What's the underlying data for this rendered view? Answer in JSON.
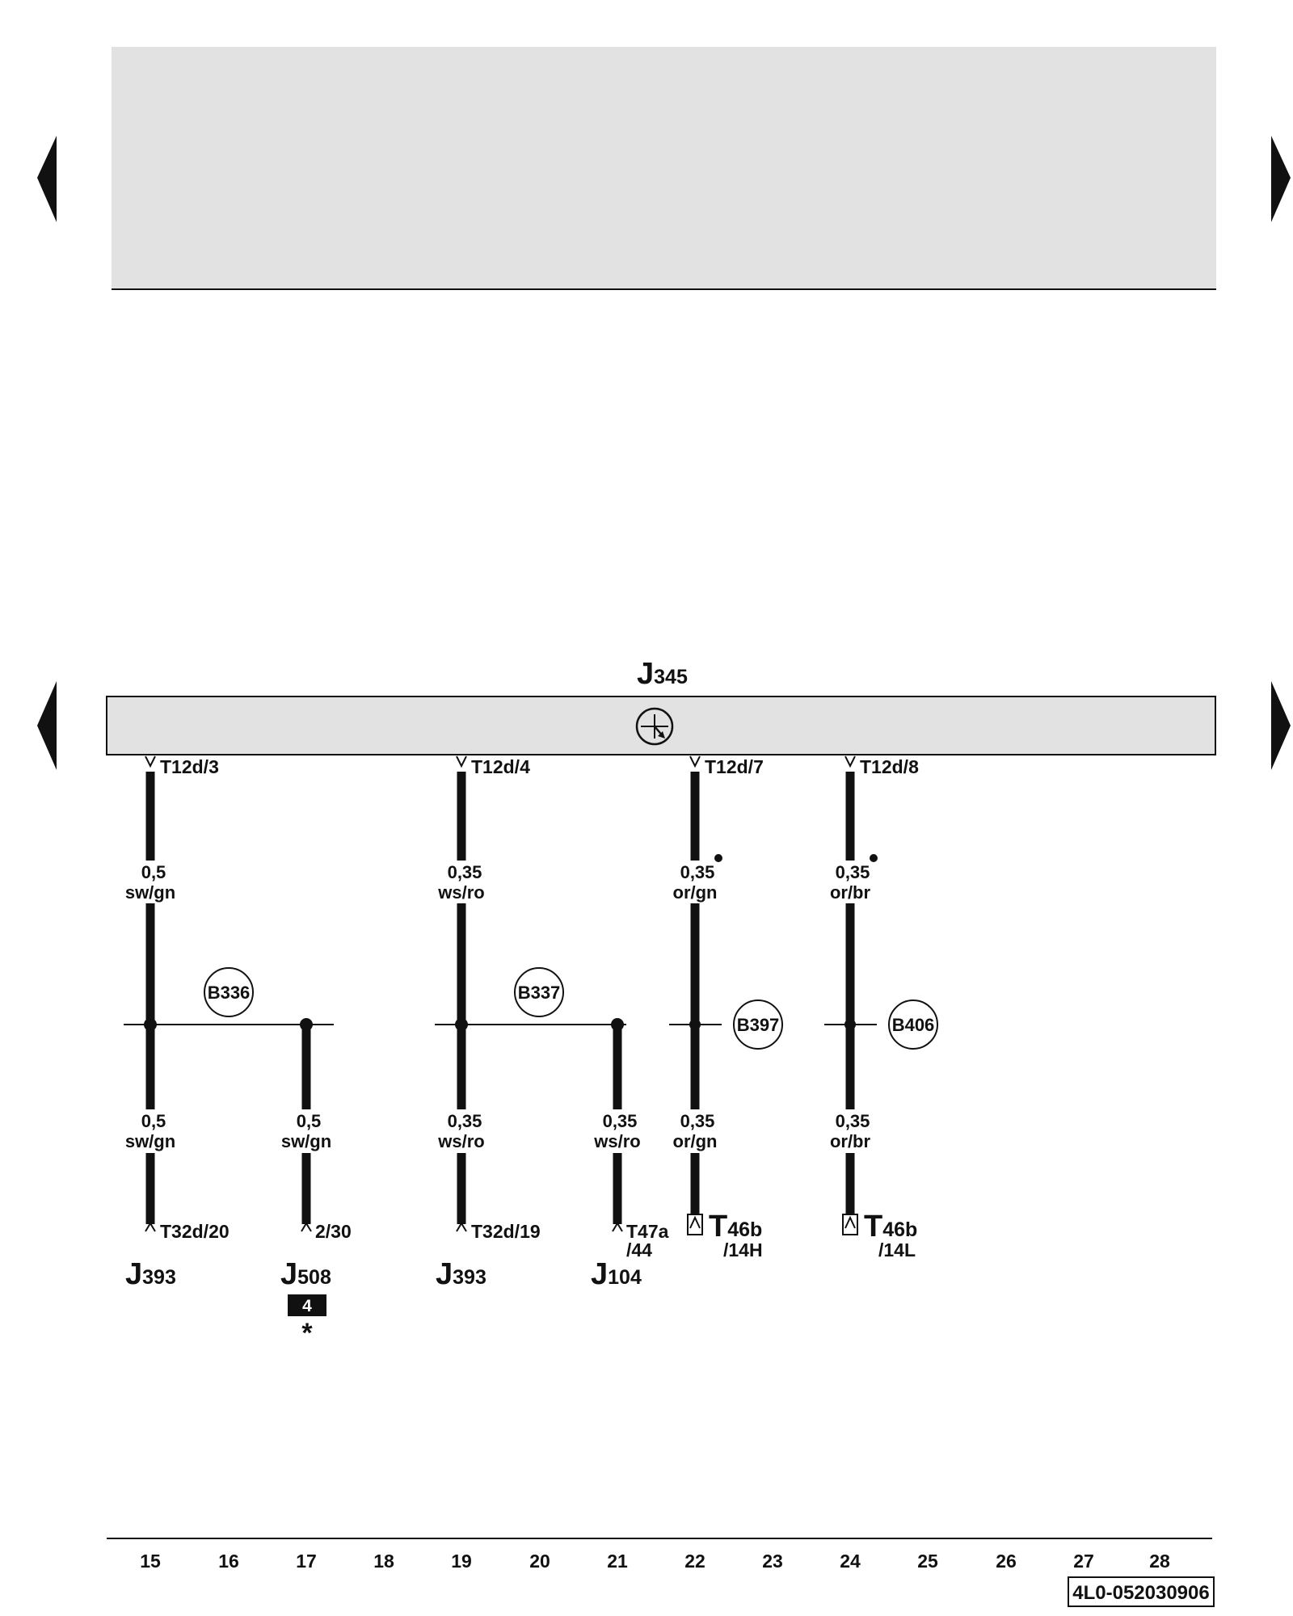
{
  "nav": {
    "prev_page": "previous-page",
    "next_page": "next-page"
  },
  "control_unit": {
    "letter": "J",
    "number": "345"
  },
  "pins_top": [
    "T12d/3",
    "T12d/4",
    "T12d/7",
    "T12d/8"
  ],
  "wires": {
    "w1_top": {
      "size": "0,5",
      "color": "sw/gn"
    },
    "w2_top": {
      "size": "0,35",
      "color": "ws/ro"
    },
    "w3_top": {
      "size": "0,35",
      "color": "or/gn"
    },
    "w4_top": {
      "size": "0,35",
      "color": "or/br"
    },
    "w1_bottom": {
      "size": "0,5",
      "color": "sw/gn"
    },
    "w1b_bottom": {
      "size": "0,5",
      "color": "sw/gn"
    },
    "w2_bottom": {
      "size": "0,35",
      "color": "ws/ro"
    },
    "w2b_bottom": {
      "size": "0,35",
      "color": "ws/ro"
    },
    "w3_bottom": {
      "size": "0,35",
      "color": "or/gn"
    },
    "w4_bottom": {
      "size": "0,35",
      "color": "or/br"
    }
  },
  "nodes": [
    "B336",
    "B337",
    "B397",
    "B406"
  ],
  "pins_bottom": {
    "p1": "T32d/20",
    "p2": "2/30",
    "p3": "T32d/19",
    "p4_line1": "T47a",
    "p4_line2": "/44",
    "p5_big": "T",
    "p5_sub": "46b",
    "p5_line2": "/14H",
    "p6_big": "T",
    "p6_sub": "46b",
    "p6_line2": "/14L"
  },
  "components": {
    "c1": {
      "letter": "J",
      "number": "393"
    },
    "c2": {
      "letter": "J",
      "number": "508"
    },
    "c3": {
      "letter": "J",
      "number": "393"
    },
    "c4": {
      "letter": "J",
      "number": "104"
    }
  },
  "badge": {
    "text": "4",
    "note": "*"
  },
  "columns": [
    "15",
    "16",
    "17",
    "18",
    "19",
    "20",
    "21",
    "22",
    "23",
    "24",
    "25",
    "26",
    "27",
    "28"
  ],
  "doc_id": "4L0-052030906"
}
